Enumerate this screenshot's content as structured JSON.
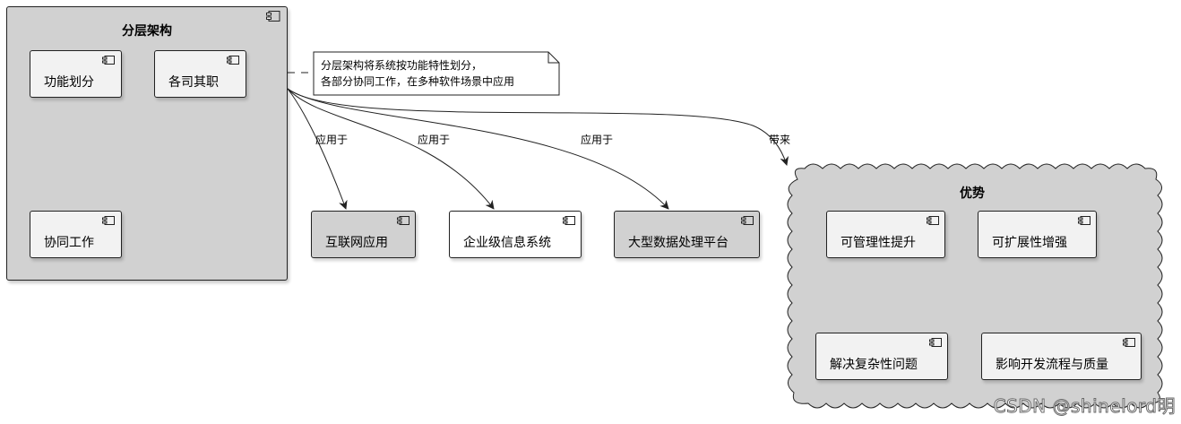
{
  "layered": {
    "title": "分层架构",
    "components": [
      "功能划分",
      "各司其职",
      "协同工作"
    ]
  },
  "note": {
    "line1": "分层架构将系统按功能特性划分，",
    "line2": "各部分协同工作，在多种软件场景中应用"
  },
  "applications": [
    "互联网应用",
    "企业级信息系统",
    "大型数据处理平台"
  ],
  "edge_labels": {
    "applied": "应用于",
    "brings": "带来"
  },
  "advantages": {
    "title": "优势",
    "components": [
      "可管理性提升",
      "可扩展性增强",
      "解决复杂性问题",
      "影响开发流程与质量"
    ]
  },
  "watermark": "CSDN @shinelord明",
  "colors": {
    "frame": "#d1d1d1",
    "component": "#f2f2f2",
    "stroke": "#222222"
  }
}
